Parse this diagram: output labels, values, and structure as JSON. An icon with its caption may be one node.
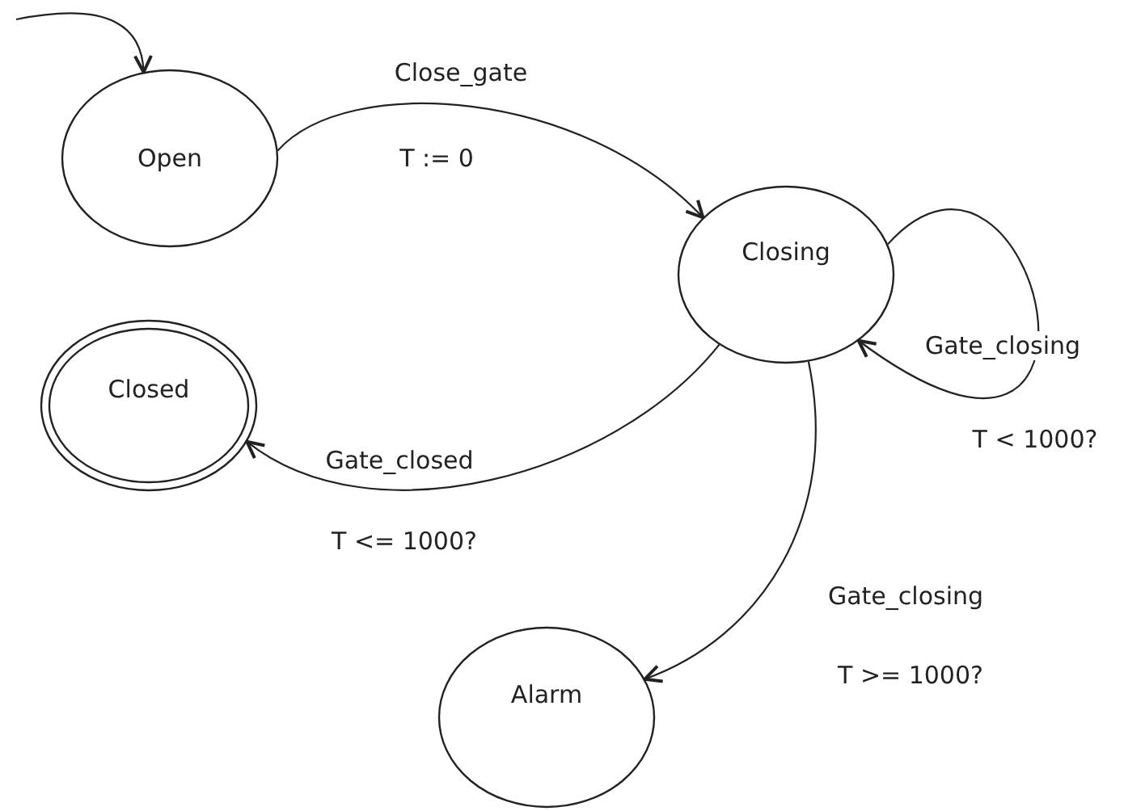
{
  "diagram": {
    "nodes": [
      {
        "text": [
          "Open"
        ]
      },
      {
        "text": [
          "Closing"
        ]
      },
      {
        "text": [
          "Closed"
        ]
      },
      {
        "text": [
          "Alarm"
        ]
      }
    ],
    "edges": [
      {
        "from": null,
        "to": 0,
        "arrow": "to"
      },
      {
        "from": 0,
        "to": 1,
        "arrow": "to",
        "label": "Close_gate"
      },
      {
        "from": 1,
        "to": 1,
        "arrow": "to",
        "label": "Gate_closing"
      },
      {
        "from": 1,
        "to": 2,
        "arrow": "to",
        "label": "Gate_closed"
      },
      {
        "from": 1,
        "to": 3,
        "arrow": "to",
        "label": "Gate_closing"
      }
    ],
    "labels": [
      "T := 0",
      "T < 1000?",
      "T <= 1000?",
      "T >= 1000?"
    ]
  }
}
